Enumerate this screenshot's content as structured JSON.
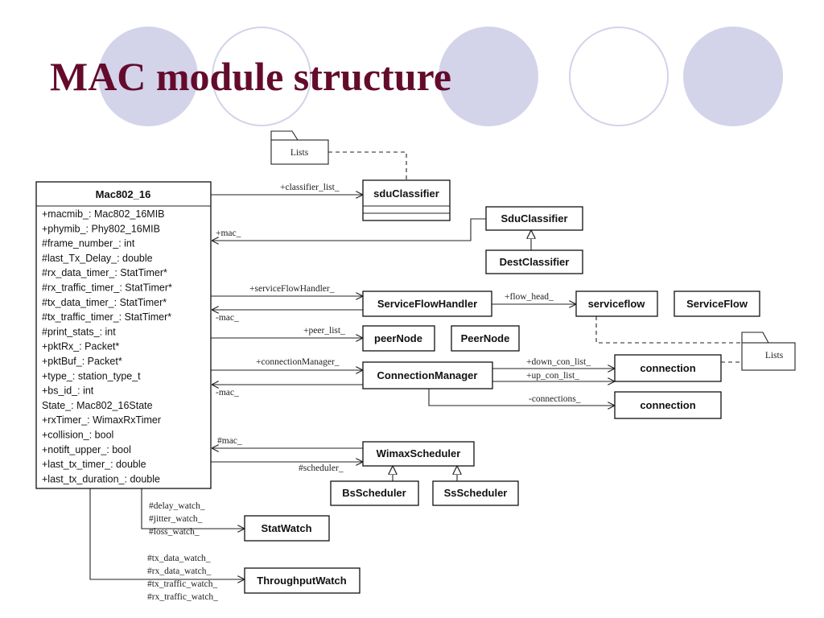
{
  "title": "MAC module structure",
  "mac": {
    "name": "Mac802_16",
    "attributes": [
      "+macmib_: Mac802_16MIB",
      "+phymib_: Phy802_16MIB",
      "#frame_number_: int",
      "#last_Tx_Delay_: double",
      "#rx_data_timer_: StatTimer*",
      "#rx_traffic_timer_: StatTimer*",
      "#tx_data_timer_: StatTimer*",
      "#tx_traffic_timer_: StatTimer*",
      "#print_stats_: int",
      "+pktRx_: Packet*",
      "+pktBuf_: Packet*",
      "+type_: station_type_t",
      "+bs_id_: int",
      "State_: Mac802_16State",
      "+rxTimer_: WimaxRxTimer",
      "+collision_: bool",
      "+notift_upper_: bool",
      "+last_tx_timer_: double",
      "+last_tx_duration_: double"
    ]
  },
  "classes": {
    "sduClassifier": "sduClassifier",
    "SduClassifier": "SduClassifier",
    "DestClassifier": "DestClassifier",
    "ServiceFlowHandler": "ServiceFlowHandler",
    "serviceflow": "serviceflow",
    "ServiceFlow": "ServiceFlow",
    "peerNode": "peerNode",
    "PeerNode": "PeerNode",
    "ConnectionManager": "ConnectionManager",
    "connection1": "connection",
    "connection2": "connection",
    "WimaxScheduler": "WimaxScheduler",
    "BsScheduler": "BsScheduler",
    "SsScheduler": "SsScheduler",
    "StatWatch": "StatWatch",
    "ThroughputWatch": "ThroughputWatch"
  },
  "packages": {
    "lists_top": "Lists",
    "lists_right": "Lists"
  },
  "labels": {
    "classifier_list": "+classifier_list_",
    "mac_sdu": "+mac_",
    "serviceFlowHandler": "+serviceFlowHandler_",
    "mac_sfh": "-mac_",
    "flow_head": "+flow_head_",
    "peer_list": "+peer_list_",
    "connectionManager": "+connectionManager_",
    "mac_cm": "-mac_",
    "down_con_list": "+down_con_list_",
    "up_con_list": "+up_con_list_",
    "connections": "-connections_",
    "mac_sched": "#mac_",
    "scheduler": "#scheduler_",
    "stat_watch_labels": [
      "#delay_watch_",
      "#jitter_watch_",
      "#loss_watch_"
    ],
    "throughput_watch_labels": [
      "#tx_data_watch_",
      "#rx_data_watch_",
      "#tx_traffic_watch_",
      "#rx_traffic_watch_"
    ]
  },
  "colors": {
    "title": "#640b2c",
    "circle_fill": "#d3d3ea",
    "circle_outline": "#d3d3ea"
  }
}
